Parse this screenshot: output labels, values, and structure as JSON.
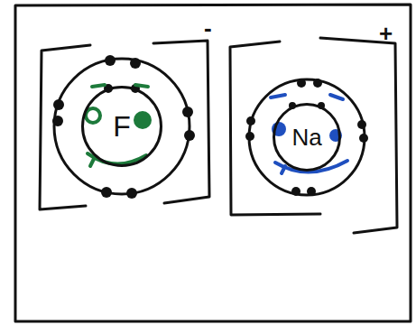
{
  "diagram": {
    "nodes": [
      {
        "text": [
          "F"
        ]
      },
      {
        "text": [
          "Na"
        ]
      }
    ],
    "labels": [
      "-",
      "+"
    ]
  }
}
